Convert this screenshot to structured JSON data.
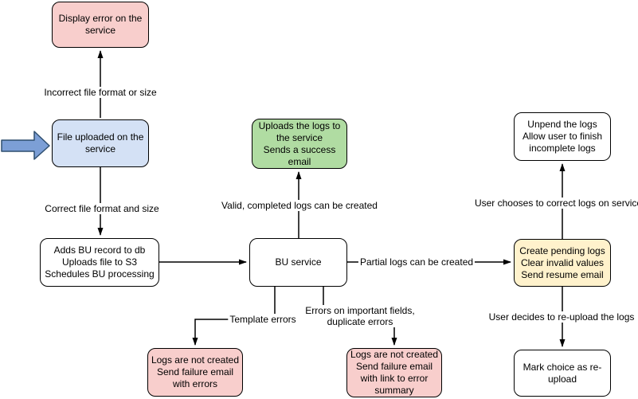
{
  "colors": {
    "pink": "#F8CECC",
    "blue": "#D4E1F5",
    "green": "#B0DCA2",
    "yellow": "#FFF2CC",
    "white": "#FFFFFF",
    "edge_stroke": "#000000",
    "fat_arrow_fill": "#7C9FD6",
    "fat_arrow_stroke": "#2F4F6F"
  },
  "nodes": {
    "display_error": {
      "lines": [
        "Display error on the",
        "service"
      ]
    },
    "file_uploaded": {
      "lines": [
        "File uploaded on the",
        "service"
      ]
    },
    "adds_bu": {
      "lines": [
        "Adds BU record to db",
        "Uploads file to S3",
        "Schedules BU processing"
      ]
    },
    "success_email": {
      "lines": [
        "Uploads the logs to",
        "the service",
        "Sends a success",
        "email"
      ]
    },
    "bu_service": {
      "lines": [
        "BU service"
      ]
    },
    "failure_errors": {
      "lines": [
        "Logs are not created",
        "Send failure email",
        "with errors"
      ]
    },
    "failure_summary": {
      "lines": [
        "Logs are not created",
        "Send failure email",
        "with link to error",
        "summary"
      ]
    },
    "pending_logs": {
      "lines": [
        "Create pending logs",
        "Clear invalid values",
        "Send resume email"
      ]
    },
    "unpend_logs": {
      "lines": [
        "Unpend the logs",
        "Allow user to finish",
        "incomplete logs"
      ]
    },
    "mark_reupload": {
      "lines": [
        "Mark choice as re-",
        "upload"
      ]
    }
  },
  "edge_labels": {
    "incorrect": "Incorrect file format or size",
    "correct": "Correct file format and size",
    "valid": "Valid, completed logs can be created",
    "partial": "Partial logs can be created",
    "template": "Template errors",
    "important_line1": "Errors on important fields,",
    "important_line2": "duplicate errors",
    "user_correct": "User chooses to correct logs on service",
    "user_reupload": "User decides to re-upload the logs"
  }
}
